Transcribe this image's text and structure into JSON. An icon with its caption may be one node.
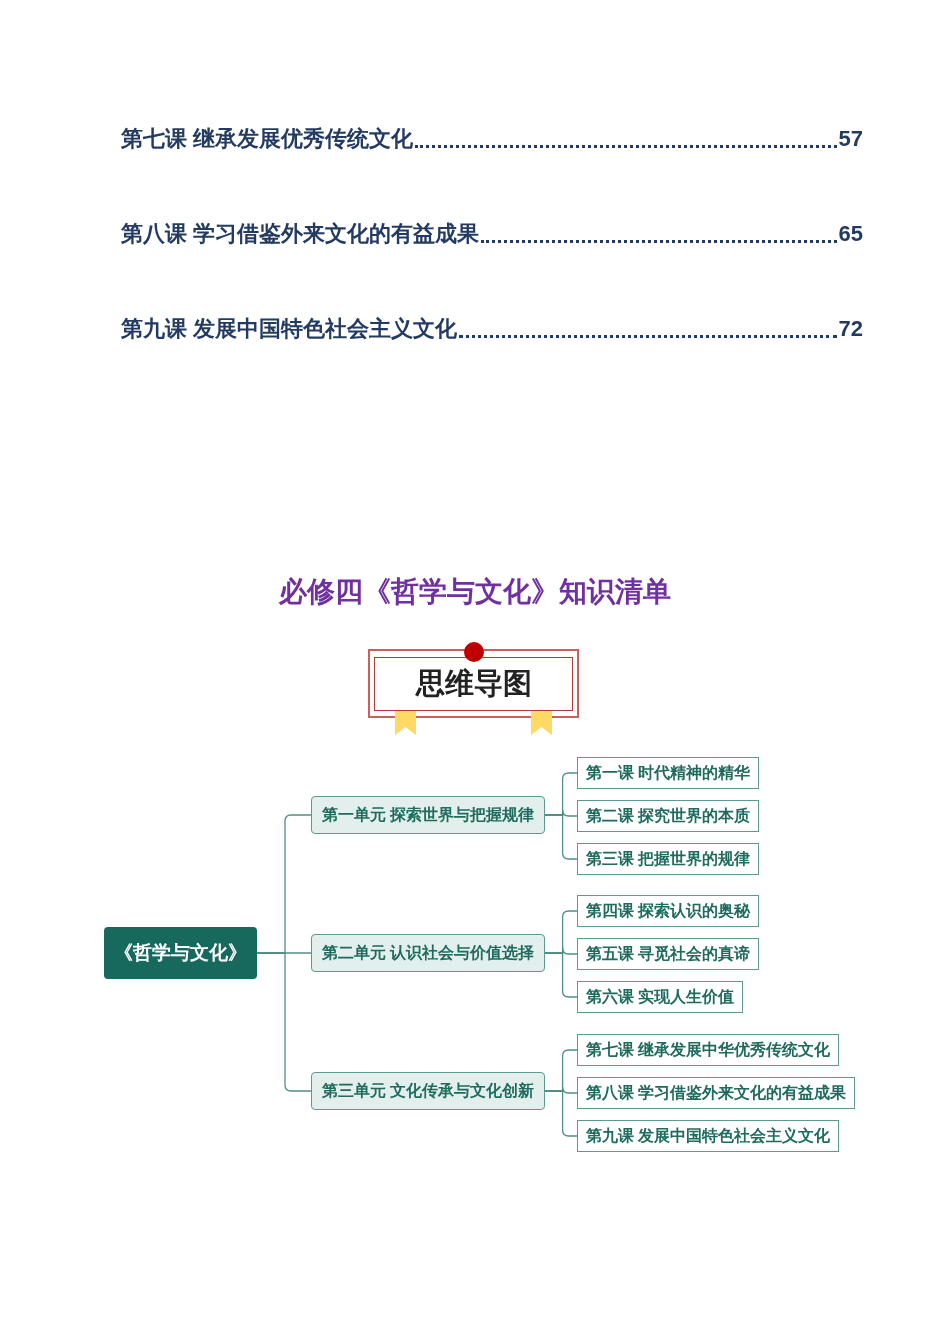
{
  "diagram": {
    "title": "必修四《哲学与文化》知识清单",
    "nodes": [
      {
        "text": [
          "思维导图"
        ]
      },
      {
        "text": [
          "《哲学与文化》"
        ]
      },
      {
        "text": [
          "第一单元 探索世界与把握规律"
        ]
      },
      {
        "text": [
          "第一课 时代精神的精华"
        ]
      },
      {
        "text": [
          "第二课 探究世界的本质"
        ]
      },
      {
        "text": [
          "第三课 把握世界的规律"
        ]
      },
      {
        "text": [
          "第二单元 认识社会与价值选择"
        ]
      },
      {
        "text": [
          "第四课 探索认识的奥秘"
        ]
      },
      {
        "text": [
          "第五课 寻觅社会的真谛"
        ]
      },
      {
        "text": [
          "第六课 实现人生价值"
        ]
      },
      {
        "text": [
          "第三单元 文化传承与文化创新"
        ]
      },
      {
        "text": [
          "第七课 继承发展中华优秀传统文化"
        ]
      },
      {
        "text": [
          "第八课 学习借鉴外来文化的有益成果"
        ]
      },
      {
        "text": [
          "第九课 发展中国特色社会主义文化"
        ]
      }
    ],
    "edges": [
      {
        "from": 1,
        "to": 2,
        "arrow": "none"
      },
      {
        "from": 1,
        "to": 6,
        "arrow": "none"
      },
      {
        "from": 1,
        "to": 10,
        "arrow": "none"
      },
      {
        "from": 2,
        "to": 3,
        "arrow": "none"
      },
      {
        "from": 2,
        "to": 4,
        "arrow": "none"
      },
      {
        "from": 2,
        "to": 5,
        "arrow": "none"
      },
      {
        "from": 6,
        "to": 7,
        "arrow": "none"
      },
      {
        "from": 6,
        "to": 8,
        "arrow": "none"
      },
      {
        "from": 6,
        "to": 9,
        "arrow": "none"
      },
      {
        "from": 10,
        "to": 11,
        "arrow": "none"
      },
      {
        "from": 10,
        "to": 12,
        "arrow": "none"
      },
      {
        "from": 10,
        "to": 13,
        "arrow": "none"
      }
    ],
    "labels": [
      "第七课 继承发展优秀传统文化",
      "57",
      "第八课 学习借鉴外来文化的有益成果",
      "65",
      "第九课 发展中国特色社会主义文化",
      "72"
    ]
  }
}
